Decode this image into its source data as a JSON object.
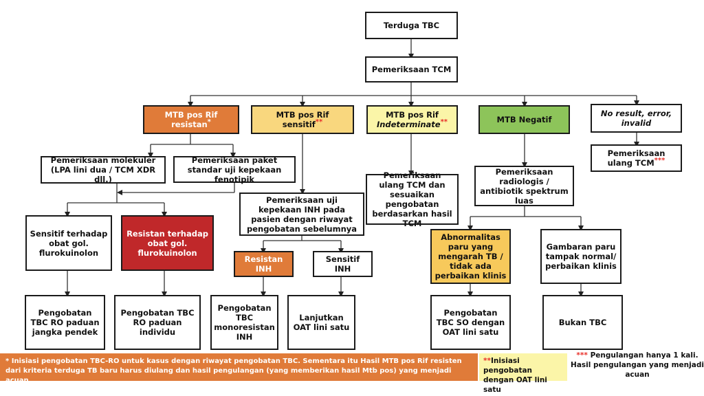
{
  "nodes": {
    "terduga": "Terduga TBC",
    "tcm": "Pemeriksaan TCM",
    "rif_resistan": "MTB pos Rif resistan",
    "rif_resistan_mark": "*",
    "rif_sensitif": "MTB pos Rif sensitif",
    "rif_sensitif_mark": "**",
    "rif_indet_line1": "MTB pos Rif",
    "rif_indet_line2": "Indeterminate",
    "rif_indet_mark": "**",
    "negatif": "MTB Negatif",
    "noresult": "No result, error, invalid",
    "ulang_tcm": "Pemeriksaan ulang TCM",
    "ulang_tcm_mark": "***",
    "molekuler": "Pemeriksaan molekuler (LPA lini dua / TCM XDR dll.)",
    "paket": "Pemeriksaan paket standar uji kepekaan fenotipik",
    "uji_inh": "Pemeriksaan uji kepekaan INH pada pasien dengan riwayat pengobatan sebelumnya",
    "ulang_sesuaikan": "Pemeriksaan ulang TCM dan sesuaikan pengobatan berdasarkan hasil TCM",
    "radiologis": "Pemeriksaan radiologis / antibiotik spektrum luas",
    "sensitif_fq": "Sensitif terhadap obat gol. flurokuinolon",
    "resistan_fq": "Resistan terhadap obat gol. flurokuinolon",
    "resistan_inh": "Resistan INH",
    "sensitif_inh": "Sensitif INH",
    "abnormalitas": "Abnormalitas paru yang mengarah TB / tidak ada perbaikan klinis",
    "gambaran": "Gambaran paru tampak normal/ perbaikan klinis",
    "ro_pendek": "Pengobatan TBC RO paduan jangka pendek",
    "ro_individu": "Pengobatan TBC RO paduan individu",
    "mono_inh": "Pengobatan TBC monoresistan INH",
    "lanjutkan": "Lanjutkan OAT lini satu",
    "so_oat": "Pengobatan TBC SO dengan OAT lini satu",
    "bukan": "Bukan TBC"
  },
  "notes": {
    "note1_mark": "*",
    "note1": "Inisiasi pengobatan TBC-RO untuk kasus dengan riwayat pengobatan TBC. Sementara itu Hasil MTB pos Rif resisten dari kriteria terduga TB baru harus diulang dan hasil pengulangan (yang memberikan hasil Mtb pos) yang menjadi acuan.",
    "note2_mark": "**",
    "note2": "Inisiasi pengobatan dengan OAT lini satu",
    "note3_mark": "***",
    "note3": "Pengulangan hanya 1 kali. Hasil pengulangan yang menjadi acuan"
  },
  "colors": {
    "orange": "#e07b39",
    "amber": "#f9d77e",
    "light_yellow": "#fbf5a8",
    "green": "#8dc45a",
    "red": "#c0282a",
    "gold": "#f7c95b",
    "asterisk": "#e8302a"
  }
}
